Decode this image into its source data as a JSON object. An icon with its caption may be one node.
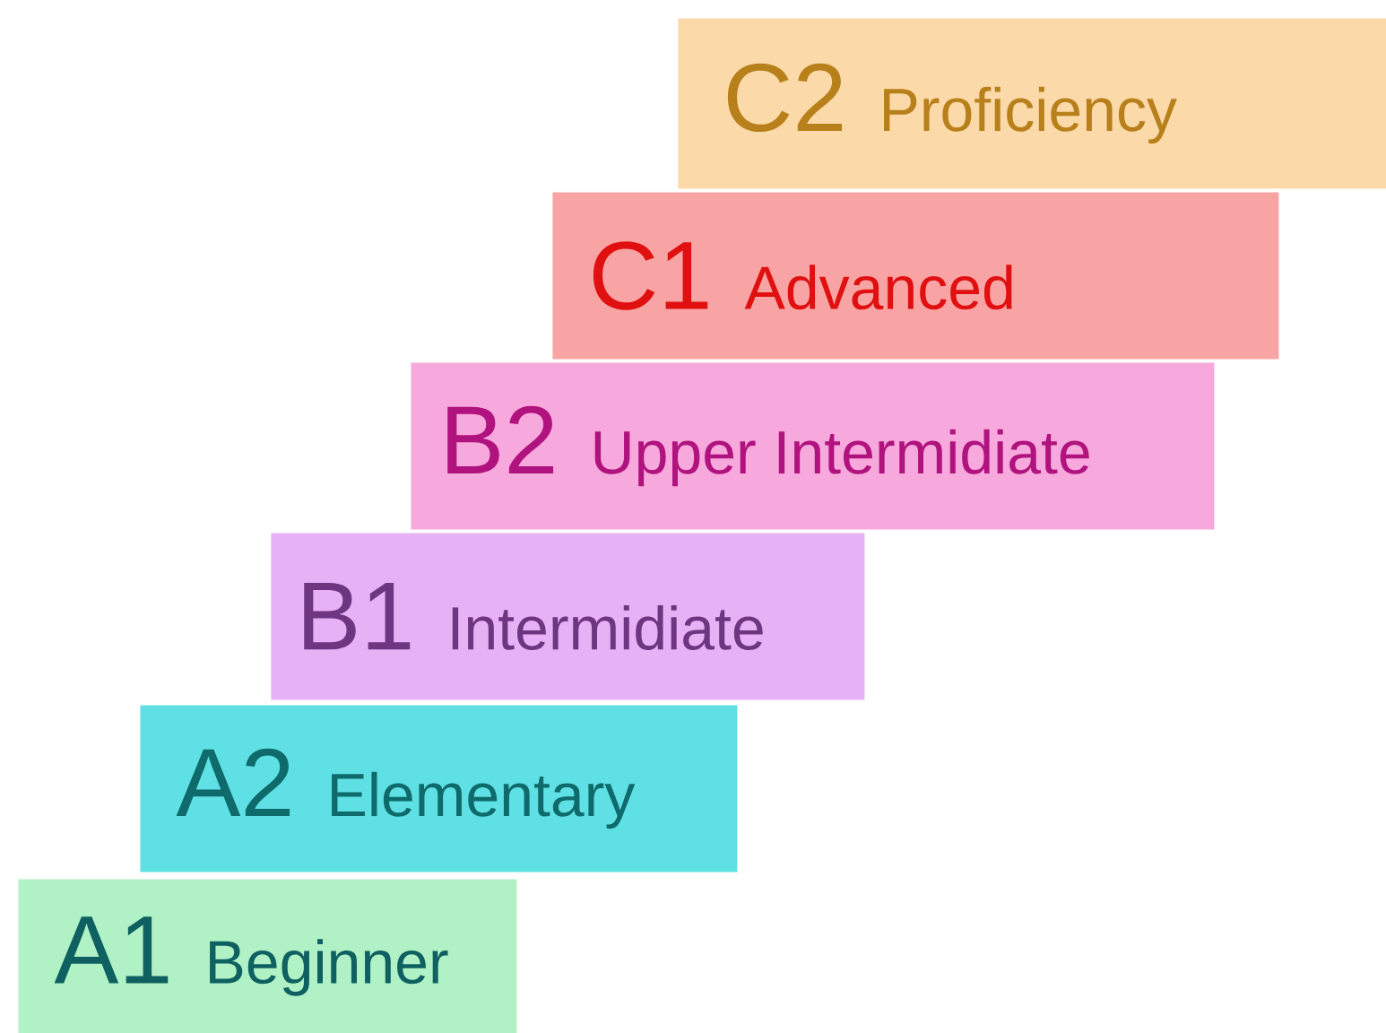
{
  "diagram": {
    "nodes": [
      {
        "text": [
          "C2",
          "Proficiency"
        ]
      },
      {
        "text": [
          "C1",
          "Advanced"
        ]
      },
      {
        "text": [
          "B2",
          "Upper Intermidiate"
        ]
      },
      {
        "text": [
          "B1",
          "Intermidiate"
        ]
      },
      {
        "text": [
          "A2",
          "Elementary"
        ]
      },
      {
        "text": [
          "A1",
          "Beginner"
        ]
      }
    ]
  }
}
